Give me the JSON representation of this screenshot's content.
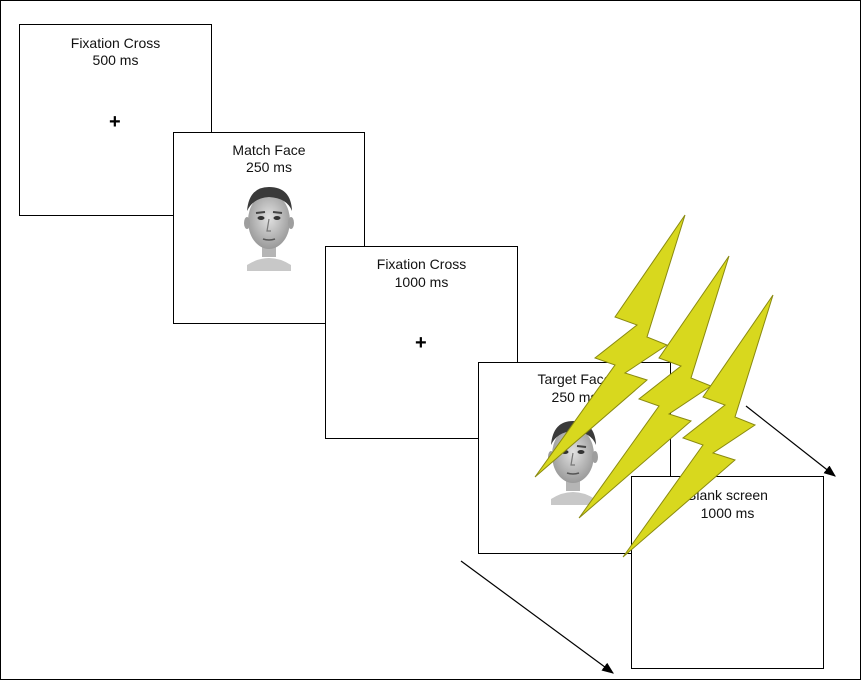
{
  "panels": [
    {
      "title": "Fixation Cross",
      "duration": "500 ms",
      "content": "+"
    },
    {
      "title": "Match Face",
      "duration": "250 ms",
      "content_icon": "face-photo"
    },
    {
      "title": "Fixation Cross",
      "duration": "1000 ms",
      "content": "+"
    },
    {
      "title": "Target Face",
      "duration": "250 ms",
      "content_icon": "face-photo"
    },
    {
      "title": "Blank screen",
      "duration": "1000 ms"
    }
  ],
  "lightning": {
    "color": "#d8d81e",
    "icon": "lightning-bolt-icon",
    "count": 3
  }
}
